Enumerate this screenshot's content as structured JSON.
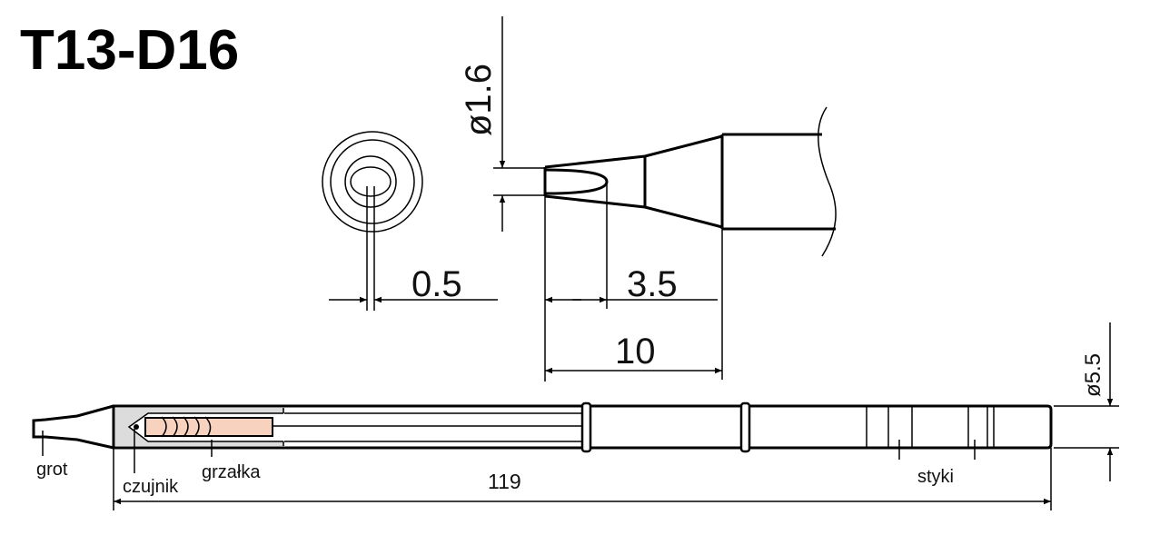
{
  "title": "T13-D16",
  "dimensions": {
    "tip_diameter": "ø1.6",
    "tip_thickness": "0.5",
    "bevel_length": "3.5",
    "tip_length": "10",
    "shaft_diameter": "ø5.5",
    "total_length": "119"
  },
  "labels": {
    "tip": "grot",
    "sensor": "czujnik",
    "heater": "grzałka",
    "contacts": "styki"
  },
  "colors": {
    "heater_fill": "#f7d3bf",
    "housing_fill": "#dcdcdc"
  }
}
